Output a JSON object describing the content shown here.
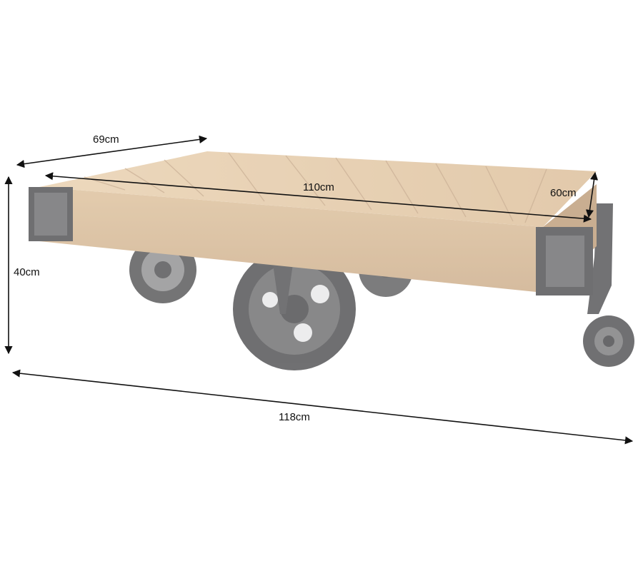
{
  "dimensions": {
    "depth_top": "69cm",
    "length_top": "110cm",
    "depth_side": "60cm",
    "height": "40cm",
    "overall_length": "118cm"
  },
  "colors": {
    "wood_light": "#e3c59f",
    "wood_mid": "#cfa97a",
    "wood_dark": "#9c7f60",
    "iron": "#3a3a3c",
    "iron_light": "#6a6a6c",
    "arrow": "#111111"
  }
}
